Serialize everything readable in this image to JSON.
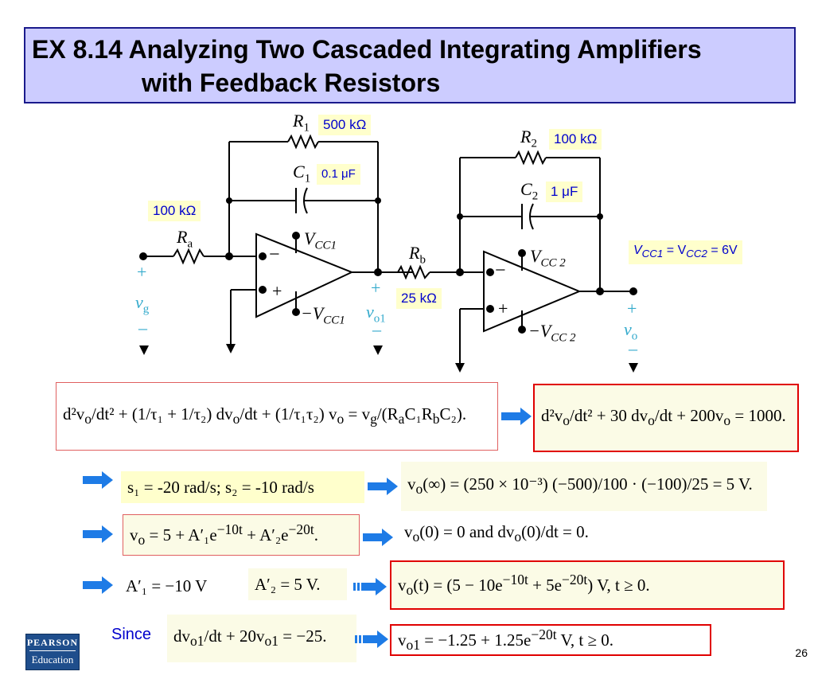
{
  "title": {
    "line1": "EX 8.14 Analyzing Two Cascaded Integrating Amplifiers",
    "line2": "with Feedback Resistors"
  },
  "circuit": {
    "r1_symbol": "R",
    "r1_sub": "1",
    "r1_value": "500 kΩ",
    "c1_symbol": "C",
    "c1_sub": "1",
    "c1_value": "0.1 μF",
    "ra_value": "100 kΩ",
    "ra_symbol": "R",
    "ra_sub": "a",
    "vcc1_pos": "V",
    "vcc1_pos_sub": "CC1",
    "vcc1_neg": "−V",
    "vcc1_neg_sub": "CC1",
    "rb_symbol": "R",
    "rb_sub": "b",
    "rb_value": "25 kΩ",
    "r2_symbol": "R",
    "r2_sub": "2",
    "r2_value": "100 kΩ",
    "c2_symbol": "C",
    "c2_sub": "2",
    "c2_value": "1 μF",
    "vcc2_pos": "V",
    "vcc2_pos_sub": "CC 2",
    "vcc2_neg": "−V",
    "vcc2_neg_sub": "CC 2",
    "supply_note": "V",
    "supply_note_sub1": "CC1",
    "supply_eq": " = V",
    "supply_note_sub2": "CC2",
    "supply_tail": " = 6V",
    "vg_plus": "+",
    "vg_label": "v",
    "vg_sub": "g",
    "vg_minus": "–",
    "vo1_plus": "+",
    "vo1_label": "v",
    "vo1_sub": "o1",
    "vo1_minus": "–",
    "vo_plus": "+",
    "vo_label": "v",
    "vo_sub": "o",
    "vo_minus": "–",
    "plus_sign": "+",
    "minus_sign": "−"
  },
  "equations": {
    "eq1_left": "d²v<sub>o</sub>/dt² + (1/τ₁ + 1/τ₂) dv<sub>o</sub>/dt + (1/τ₁τ₂) v<sub>o</sub> = v<sub>g</sub>/(R<sub>a</sub>C₁R<sub>b</sub>C₂).",
    "eq1_right": "d²v<sub>o</sub>/dt² + 30 dv<sub>o</sub>/dt + 200v<sub>o</sub> = 1000.",
    "eq2_left": "s₁ = -20 rad/s; s₂ = -10 rad/s",
    "eq2_right": "v<sub>o</sub>(∞) = (250 × 10⁻³) (−500)/100 · (−100)/25 = 5 V.",
    "eq3_left": "v<sub>o</sub> = 5 + A′₁e<sup>−10t</sup> + A′₂e<sup>−20t</sup>.",
    "eq3_right": "v<sub>o</sub>(0) = 0 and dv<sub>o</sub>(0)/dt = 0.",
    "eq4_a": "A′₁ = −10 V",
    "eq4_b": "A′₂ = 5 V.",
    "eq4_right": "v<sub>o</sub>(t) = (5 − 10e<sup>−10t</sup> + 5e<sup>−20t</sup>) V,    t ≥ 0.",
    "since_label": "Since",
    "eq5_left": "dv<sub>o1</sub>/dt + 20v<sub>o1</sub> = −25.",
    "eq5_right": "v<sub>o1</sub> = −1.25 + 1.25e<sup>−20t</sup> V,    t ≥ 0."
  },
  "logo": {
    "line1": "PEARSON",
    "line2": "Education"
  },
  "page_number": "26",
  "colors": {
    "title_bg": "#ccccff",
    "title_border": "#1a1a8c",
    "label_bg": "#ffffcc",
    "label_text": "#0000cc",
    "terminal_text": "#33aacc",
    "highlight_border": "#e00000",
    "arrow": "#1e7be6"
  }
}
